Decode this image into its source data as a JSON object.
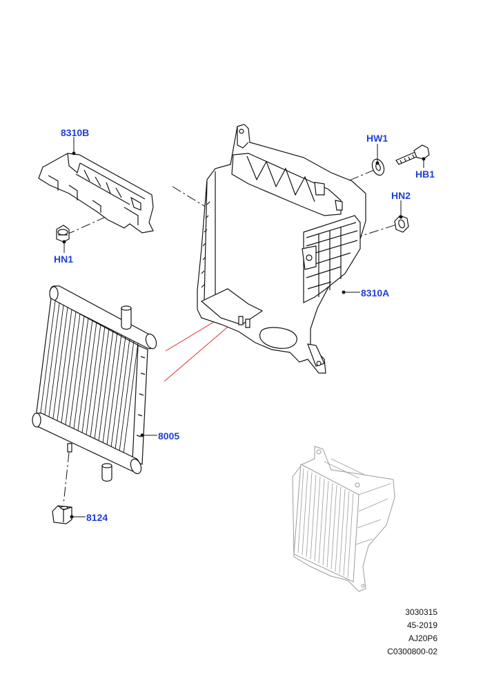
{
  "callouts": {
    "bracket_upper": "8310B",
    "washer": "HW1",
    "bolt": "HB1",
    "nut_left": "HN1",
    "nut_right": "HN2",
    "shroud": "8310A",
    "radiator": "8005",
    "mount": "8124"
  },
  "reference": {
    "line1": "3030315",
    "line2": "45-2019",
    "line3": "AJ20P6",
    "line4": "C0300800-02"
  },
  "colors": {
    "callout": "#1f3fd6",
    "line": "#111111",
    "leader_red": "#e03030",
    "inset": "#9a9a9a"
  }
}
